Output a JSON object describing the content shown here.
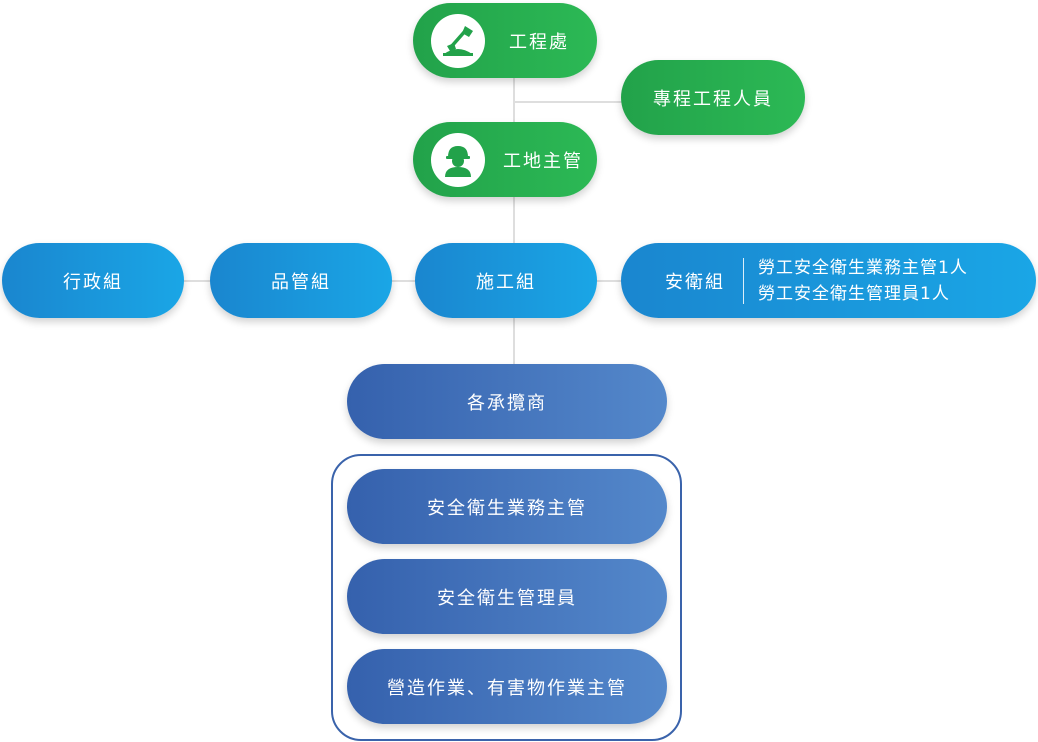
{
  "nodes": {
    "engineering_office": "工程處",
    "project_engineer": "專程工程人員",
    "site_supervisor": "工地主管",
    "admin_group": "行政組",
    "qc_group": "品管組",
    "construction_group": "施工組",
    "safety_group": "安衛組",
    "contractors": "各承攬商",
    "safety_manager": "安全衛生業務主管",
    "safety_officer": "安全衛生管理員",
    "construction_supervisor": "營造作業、有害物作業主管"
  },
  "safety_notes": [
    "勞工安全衛生業務主管1人",
    "勞工安全衛生管理員1人"
  ],
  "icons": {
    "engineering_office": "shovel-icon",
    "site_supervisor": "hardhat-worker-icon"
  },
  "colors": {
    "green": "#2cb955",
    "blue": "#1aa6e6",
    "navy": "#3561ad",
    "connector": "#dedede"
  }
}
